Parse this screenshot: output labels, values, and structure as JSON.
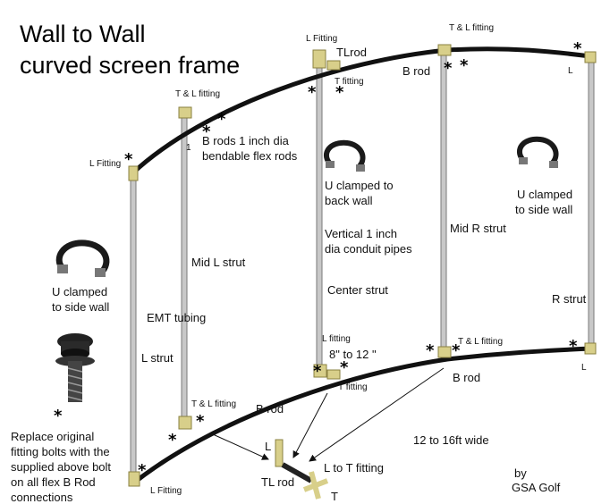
{
  "title_line1": "Wall to Wall",
  "title_line2": "curved screen frame",
  "labels": {
    "l_fitting_top_center": "L Fitting",
    "tl_rod_top": "TLrod",
    "t_fitting_top": "T fitting",
    "t_l_fitting_top_right": "T & L fitting",
    "b_rod_top": "B rod",
    "l_top_right": "L",
    "t_l_fitting_top_left": "T & L fitting",
    "b_rods_line1": "B rods 1 inch dia",
    "b_rods_line2": "bendable flex rods",
    "strut_number": "1",
    "l_fitting_left": "L Fitting",
    "u_back_line1": "U clamped to",
    "u_back_line2": "back wall",
    "u_side_right_line1": "U clamped",
    "u_side_right_line2": "to side wall",
    "vertical_line1": "Vertical 1 inch",
    "vertical_line2": "dia conduit pipes",
    "mid_r_strut": "Mid R strut",
    "mid_l_strut": "Mid L strut",
    "u_side_left_line1": "U clamped",
    "u_side_left_line2": "to side wall",
    "center_strut": "Center strut",
    "r_strut": "R strut",
    "emt_tubing": "EMT tubing",
    "l_fitting_center_bottom": "L fitting",
    "t_l_fitting_bottom_right": "T & L fitting",
    "l_bottom_right": "L",
    "l_strut": "L strut",
    "gap_label": "8\" to 12 \"",
    "t_fitting_bottom": "T fitting",
    "b_rod_bottom_right": "B rod",
    "t_l_fitting_bottom_left": "T & L fitting",
    "b_rod_bottom_left": "B rod",
    "width_label": "12 to 16ft wide",
    "replace_line1": "Replace original",
    "replace_line2": "fitting bolts with the",
    "replace_line3": "supplied above bolt",
    "replace_line4": "on all flex B Rod",
    "replace_line5": "connections",
    "l_fitting_bottom_left": "L Fitting",
    "detail_l": "L",
    "detail_l_to_t": "L to T fitting",
    "detail_tl_rod": "TL rod",
    "detail_t": "T",
    "by": "by",
    "credit": "GSA Golf",
    "asterisk": "*"
  },
  "colors": {
    "rod": "#111111",
    "strut": "#c8c8c8",
    "strut_edge": "#7a7a7a",
    "fitting": "#d8cf8a",
    "clamp": "#1a1a1a"
  }
}
